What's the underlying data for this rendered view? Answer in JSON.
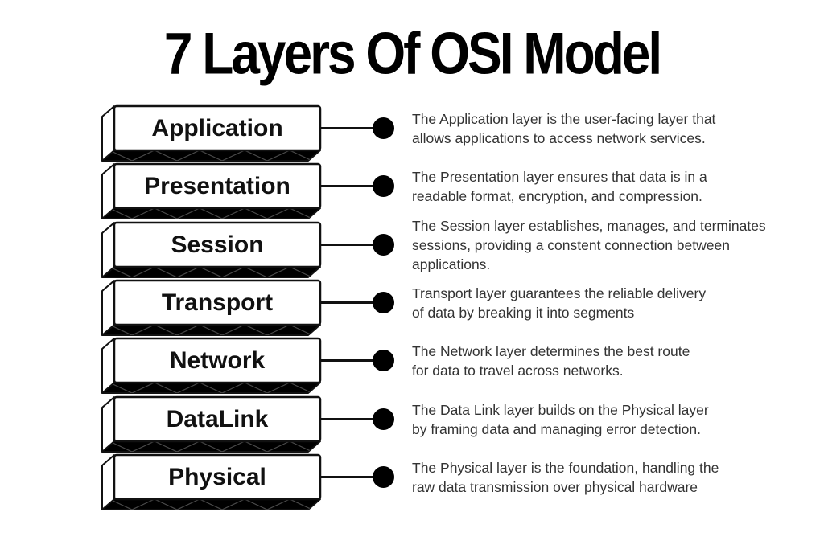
{
  "title": "7 Layers Of OSI Model",
  "colors": {
    "background": "#ffffff",
    "box_face": "#ffffff",
    "box_edge": "#111111",
    "box_bottom": "#000000",
    "bullet": "#000000",
    "label_text": "#111111",
    "description_text": "#333333"
  },
  "layers": [
    {
      "name": "Application",
      "description_lines": [
        "The Application layer is the user-facing layer that",
        "allows applications to access network services."
      ]
    },
    {
      "name": "Presentation",
      "description_lines": [
        "The Presentation layer ensures that data is in a",
        "readable format, encryption, and compression."
      ]
    },
    {
      "name": "Session",
      "description_lines": [
        "The Session layer establishes, manages, and terminates",
        "sessions, providing a constent connection between",
        "applications."
      ]
    },
    {
      "name": "Transport",
      "description_lines": [
        "Transport layer guarantees the reliable delivery",
        "of data by breaking it into segments"
      ]
    },
    {
      "name": "Network",
      "description_lines": [
        "The Network layer determines the best route",
        "for data to travel across networks."
      ]
    },
    {
      "name": "DataLink",
      "description_lines": [
        "The Data Link layer builds on the Physical layer",
        "by framing data and managing error detection."
      ]
    },
    {
      "name": "Physical",
      "description_lines": [
        "The Physical layer is the foundation, handling the",
        "raw data transmission over physical hardware"
      ]
    }
  ]
}
